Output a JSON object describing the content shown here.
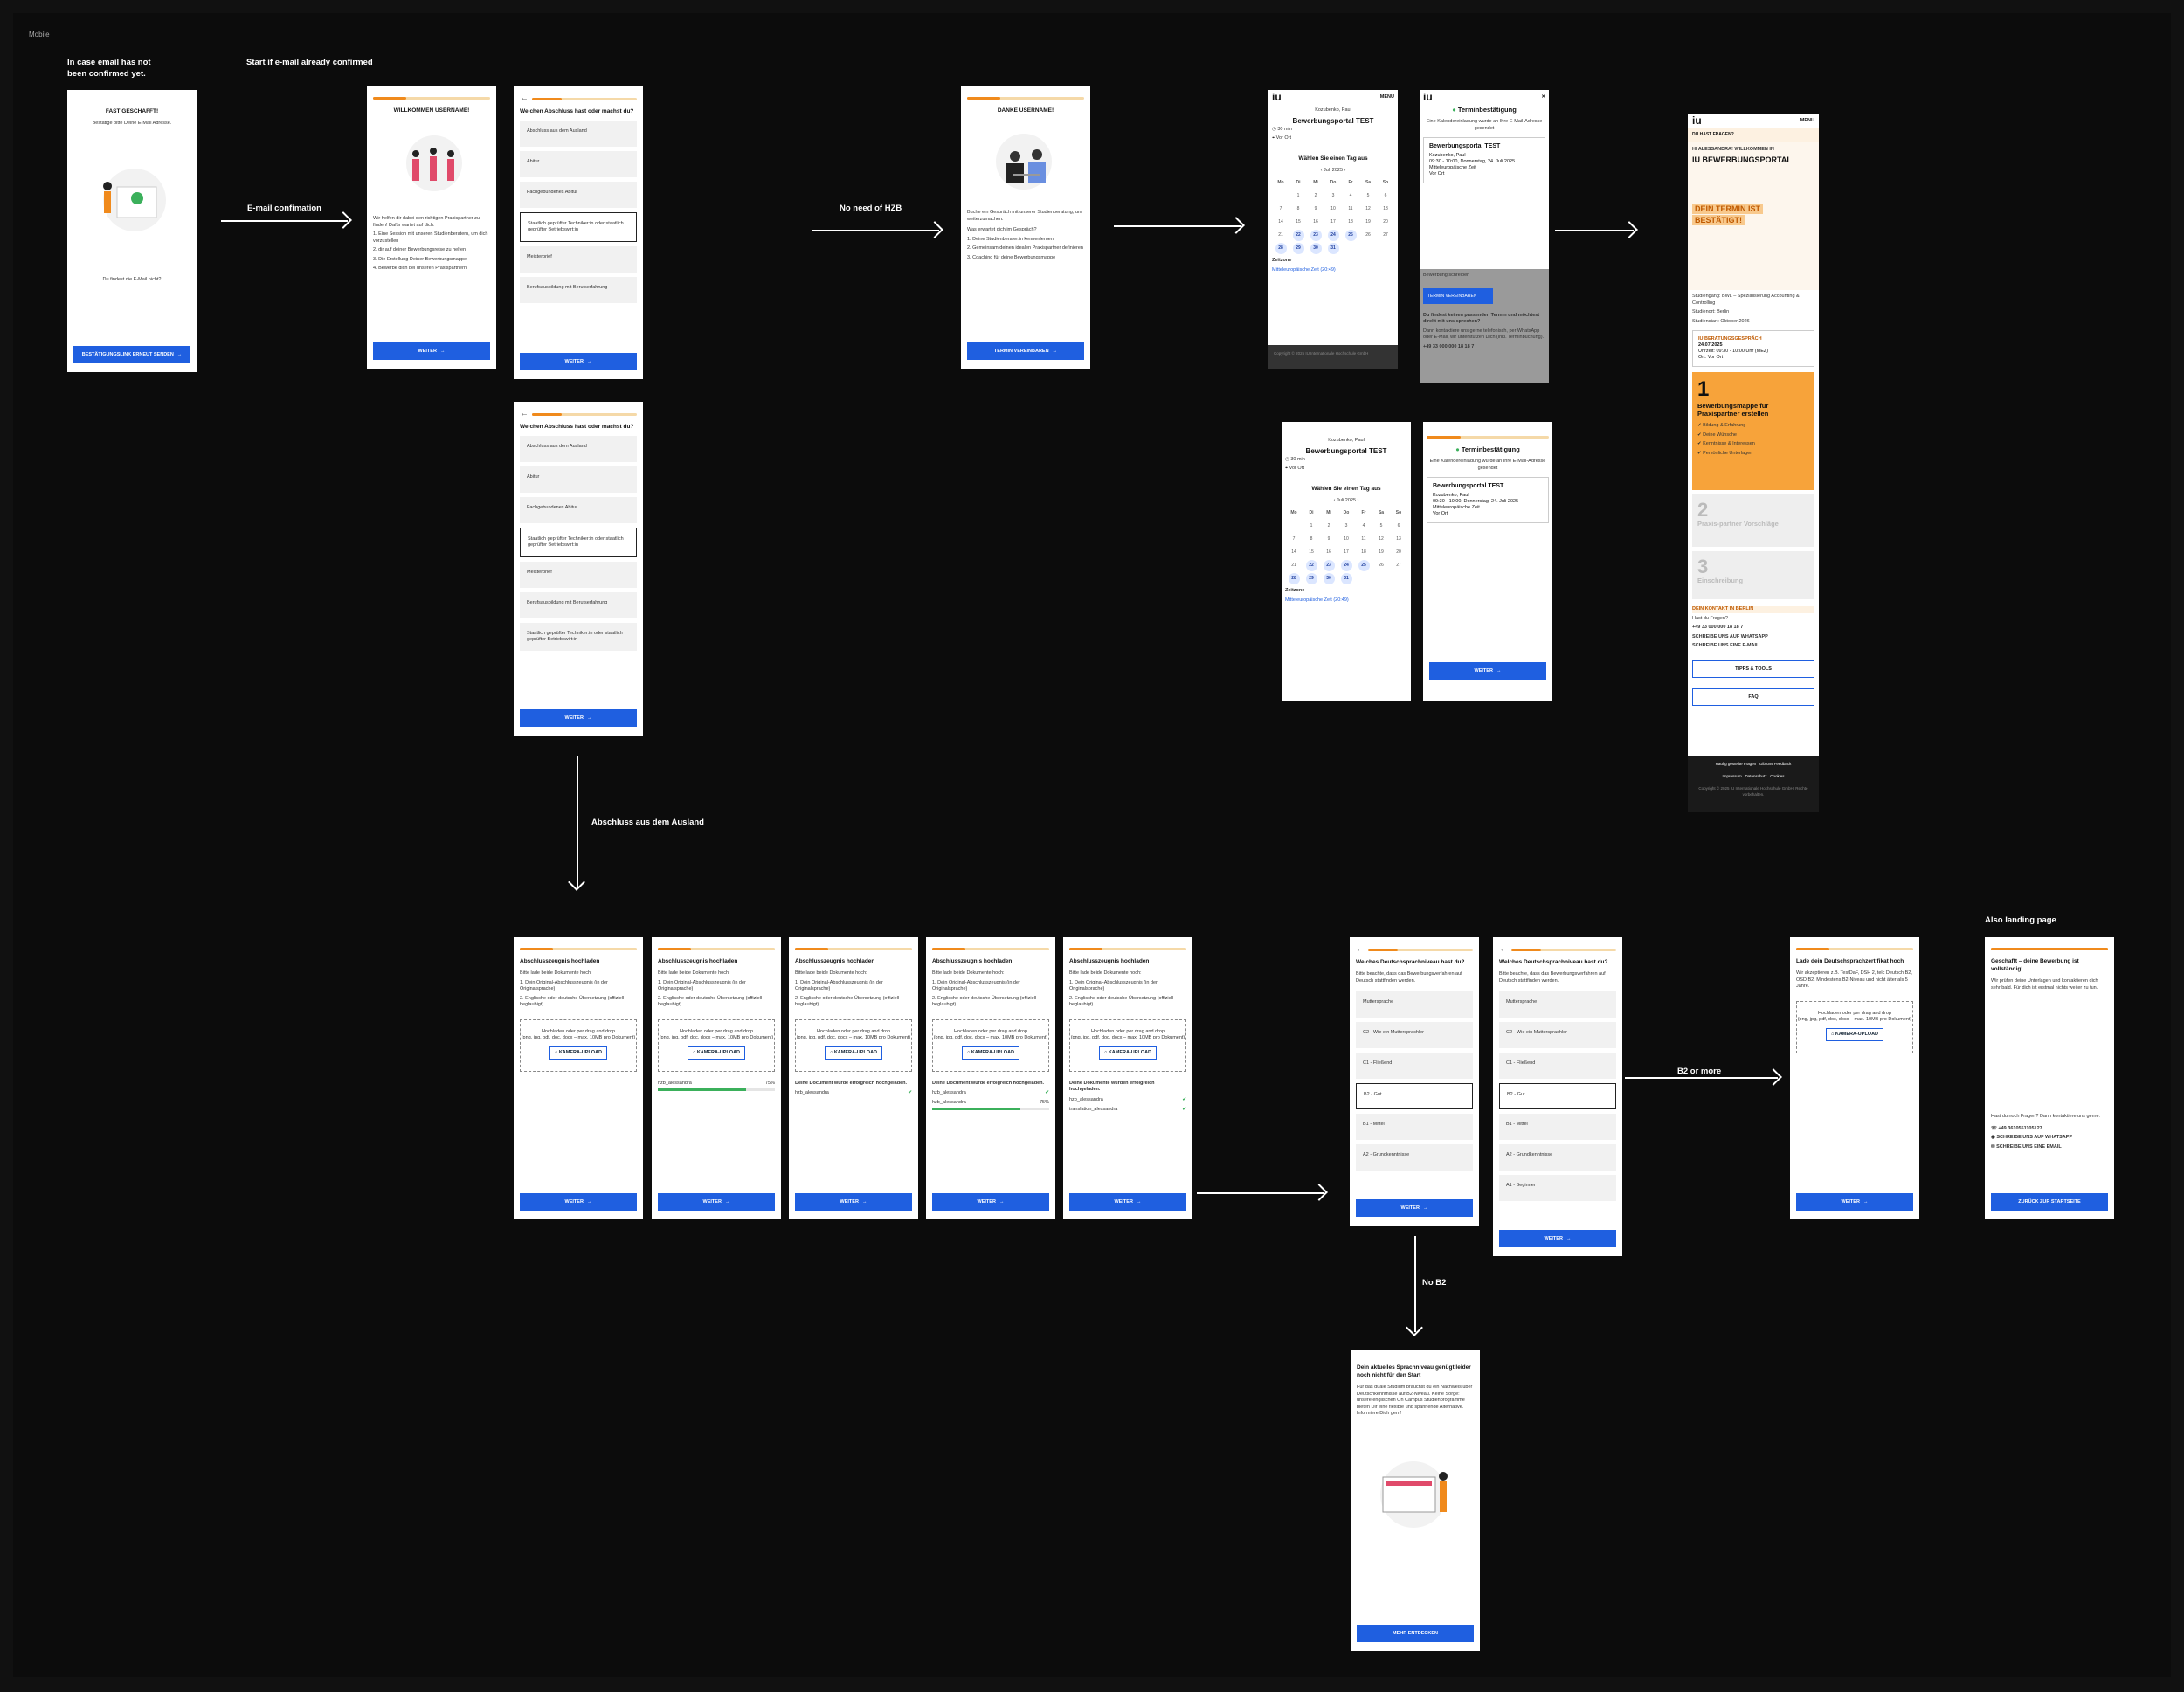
{
  "frame_label": "Mobile",
  "captions": {
    "not_confirmed": "In case email has not been confirmed yet.",
    "email_confirmation": "E-mail confimation",
    "start_confirmed": "Start if e-mail already confirmed",
    "no_hzb": "No need of HZB",
    "abschluss_ausland": "Abschluss aus dem Ausland",
    "b2_more": "B2 or more",
    "no_b2": "No B2",
    "also_landing": "Also landing page"
  },
  "s1": {
    "title": "FAST GESCHAFFT!",
    "text": "Bestätige bitte Deine E-Mail Adresse.",
    "hint": "Du findest die E-Mail nicht?",
    "button": "BESTÄTIGUNGSLINK ERNEUT SENDEN"
  },
  "s2": {
    "title": "WILLKOMMEN USERNAME!",
    "intro": "Wir helfen dir dabei den richtigen Praxispartner zu finden! Dafür wartet auf dich:",
    "items": [
      "1. Eine Session mit unseren Studienberatern, um dich vorzustellen",
      "2. dir auf deiner Bewerbungsreise zu helfen",
      "3. Die Erstellung Deiner Bewerbungsmappe",
      "4. Bewerbe dich bei unseren Praxispartnern"
    ],
    "button": "WEITER"
  },
  "s3": {
    "title": "Welchen Abschluss hast oder machst du?",
    "options": [
      "Abschluss aus dem Ausland",
      "Abitur",
      "Fachgebundenes Abitur",
      "Staatlich geprüfter Techniker:in oder staatlich geprüfter Betriebswirt:in",
      "Meisterbrief",
      "Berufsausbildung mit Berufserfahrung"
    ],
    "button": "WEITER"
  },
  "s4": {
    "title": "Welchen Abschluss hast oder machst du?",
    "options": [
      "Abschluss aus dem Ausland",
      "Abitur",
      "Fachgebundenes Abitur",
      "Staatlich geprüfter Techniker:in oder staatlich geprüfter Betriebswirt:in",
      "Meisterbrief",
      "Berufsausbildung mit Berufserfahrung",
      "Staatlich geprüfter Techniker:in oder staatlich geprüfter Betriebswirt:in"
    ],
    "button": "WEITER"
  },
  "s5": {
    "title": "DANKE USERNAME!",
    "text": "Buche ein Gespräch mit unserer Studienberatung, um weiterzumachen.",
    "q": "Was erwartet dich im Gespräch?",
    "items": [
      "1. Deine Studienberater:in kennenlernen",
      "2. Gemeinsam deinen idealen Praxispartner definieren",
      "3. Coaching für deine Bewerbungsmappe"
    ],
    "button": "TERMIN VEREINBAREN"
  },
  "cal": {
    "brand": "iu",
    "menu": "MENU",
    "person": "Kozubenko, Paul",
    "title": "Bewerbungsportal TEST",
    "dur": "30 min",
    "loc": "Vor Ort",
    "pick": "Wählen Sie einen Tag aus",
    "month": "Juli 2025",
    "days": [
      "Mo",
      "Di",
      "Mi",
      "Do",
      "Fr",
      "Sa",
      "So"
    ],
    "dates": [
      "",
      "1",
      "2",
      "3",
      "4",
      "5",
      "6",
      "7",
      "8",
      "9",
      "10",
      "11",
      "12",
      "13",
      "14",
      "15",
      "16",
      "17",
      "18",
      "19",
      "20",
      "21",
      "22",
      "23",
      "24",
      "25",
      "26",
      "27",
      "28",
      "29",
      "30",
      "31",
      "",
      "",
      ""
    ],
    "tz_label": "Zeitzone",
    "tz": "Mitteleuropäische Zeit (20:49)",
    "footer": "Copyright © 2025 IU Internationale Hochschule GmbH"
  },
  "conf": {
    "title": "Terminbestätigung",
    "sub": "Eine Kalendereinladung wurde an Ihre E-Mail-Adresse gesendet",
    "event": "Bewerbungsportal TEST",
    "person": "Kozubenko, Paul",
    "time": "09:30 - 10:00, Donnerstag, 24. Juli 2025",
    "tz": "Mitteleuropäische Zeit",
    "loc": "Vor Ort",
    "status": "Bewerbung schreiben",
    "btn_blue": "TERMIN VEREINBAREN",
    "help_q": "Du findest keinen passenden Termin und möchtest direkt mit uns sprechen?",
    "help_t": "Dann kontaktiere uns gerne telefonisch, per WhatsApp oder E-Mail, wir unterstützen Dich (inkl. Terminbuchung).",
    "phone": "+49 33 000 000 18 18 7",
    "button": "WEITER"
  },
  "dash": {
    "brand": "iu",
    "menu": "MENU",
    "topbar": "DU HAST FRAGEN?",
    "greet": "HI ALESSANDRA! WILLKOMMEN IN",
    "title": "IU BEWERBUNGSPORTAL",
    "badge1": "DEIN TERMIN IST",
    "badge2": "BESTÄTIGT!",
    "details": [
      "Studiengang: BWL – Spezialisierung Accounting & Controlling",
      "Studienort: Berlin",
      "Studienstart: Oktober 2026"
    ],
    "appt_title": "IU BERATUNGSGESPRÄCH",
    "appt_date": "24.07.2025",
    "appt_time": "Uhrzeit: 09:30 - 10:00 Uhr (MEZ)",
    "appt_loc": "Ort: Vor Ort",
    "step1_no": "1",
    "step1_title": "Bewerbungsmappe für Praxispartner erstellen",
    "step1_items": [
      "Bildung & Erfahrung",
      "Deine Wünsche",
      "Kenntnisse & Interessen",
      "Persönliche Unterlagen"
    ],
    "step2_no": "2",
    "step2_title": "Praxis-partner Vorschläge",
    "step3_no": "3",
    "step3_title": "Einschreibung",
    "contact_title": "DEIN KONTAKT IN BERLIN",
    "contact_q": "Hast du Fragen?",
    "contact_phone": "+49 33 000 000 18 18 7",
    "contact_wa": "SCHREIBE UNS AUF WHATSAPP",
    "contact_mail": "SCHREIBE UNS EINE E-MAIL",
    "tips": "TIPPS & TOOLS",
    "faq": "FAQ",
    "f1": "Häufig gestellte Fragen",
    "f2": "Gib uns Feedback",
    "f3": "Impressum",
    "f4": "Datenschutz",
    "f5": "Cookies",
    "copy": "Copyright © 2025 IU Internationale Hochschule GmbH. Rechte vorbehalten."
  },
  "up": {
    "title": "Abschlusszeugnis hochladen",
    "intro": "Bitte lade beide Dokumente hoch:",
    "i1": "1. Dein Original-Abschlusszeugnis (in der Originalsprache)",
    "i2": "2. Englische oder deutsche Übersetzung (offiziell beglaubigt)",
    "drop1": "Hochladen oder per drag and drop",
    "drop2": "(png, jpg, pdf, doc, docx – max. 10MB pro Dokument)",
    "cam": "KAMERA-UPLOAD",
    "file1": "hzb_alessandra",
    "file2": "translation_alessandra",
    "pct": "75%",
    "ok1": "Deine Document wurde erfolgreich hochgeladen.",
    "ok2": "Deine Dokumente wurden erfolgreich hochgeladen.",
    "button": "WEITER"
  },
  "lang": {
    "title": "Welches Deutschsprachniveau hast du?",
    "text": "Bitte beachte, dass das Bewerbungsverfahren auf Deutsch stattfinden werden.",
    "options_a": [
      "Muttersprache",
      "C2 - Wie ein Muttersprachler",
      "C1 - Fließend",
      "B2 - Gut",
      "B1 - Mittel",
      "A2 - Grundkenntnisse"
    ],
    "options_b": [
      "Muttersprache",
      "C2 - Wie ein Muttersprachler",
      "C1 - Fließend",
      "B2 - Gut",
      "B1 - Mittel",
      "A2 - Grundkenntnisse",
      "A1 - Beginner"
    ],
    "button": "WEITER"
  },
  "cert": {
    "title": "Lade dein Deutschsprachzertifikat hoch",
    "text": "Wir akzeptieren z.B. TestDaF, DSH 2, telc Deutsch B2, ÖSD B2. Mindestens B2-Niveau und nicht älter als 5 Jahre.",
    "drop1": "Hochladen oder per drag and drop",
    "drop2": "(png, jpg, pdf, doc, docx – max. 10MB pro Dokument)",
    "cam": "KAMERA-UPLOAD",
    "button": "WEITER"
  },
  "done": {
    "title": "Geschafft – deine Bewerbung ist vollständig!",
    "text": "Wir prüfen deine Unterlagen und kontaktieren dich sehr bald. Für dich ist erstmal nichts weiter zu tun.",
    "q": "Hast du noch Fragen? Dann kontaktiere uns gerne:",
    "phone": "+49 3610551105127",
    "wa": "SCHREIBE UNS AUF WHATSAPP",
    "mail": "SCHREIBE UNS EINE EMAIL",
    "button": "ZURÜCK ZUR STARTSEITE"
  },
  "nob2": {
    "title": "Dein aktuelles Sprachniveau genügt leider noch nicht für den Start",
    "text": "Für das duale Studium brauchst du ein Nachweis über Deutschkenntnisse auf B2-Niveau. Keine Sorge: unsere englischen On Campus Studienprogramme bieten Dir eine flexible und spannende Alternative. Informiere Dich gern!",
    "button": "MEHR ENTDECKEN"
  },
  "colors": {
    "accent": "#1f5fe0",
    "orange": "#f08a1c",
    "canvas": "#0c0c0c"
  }
}
